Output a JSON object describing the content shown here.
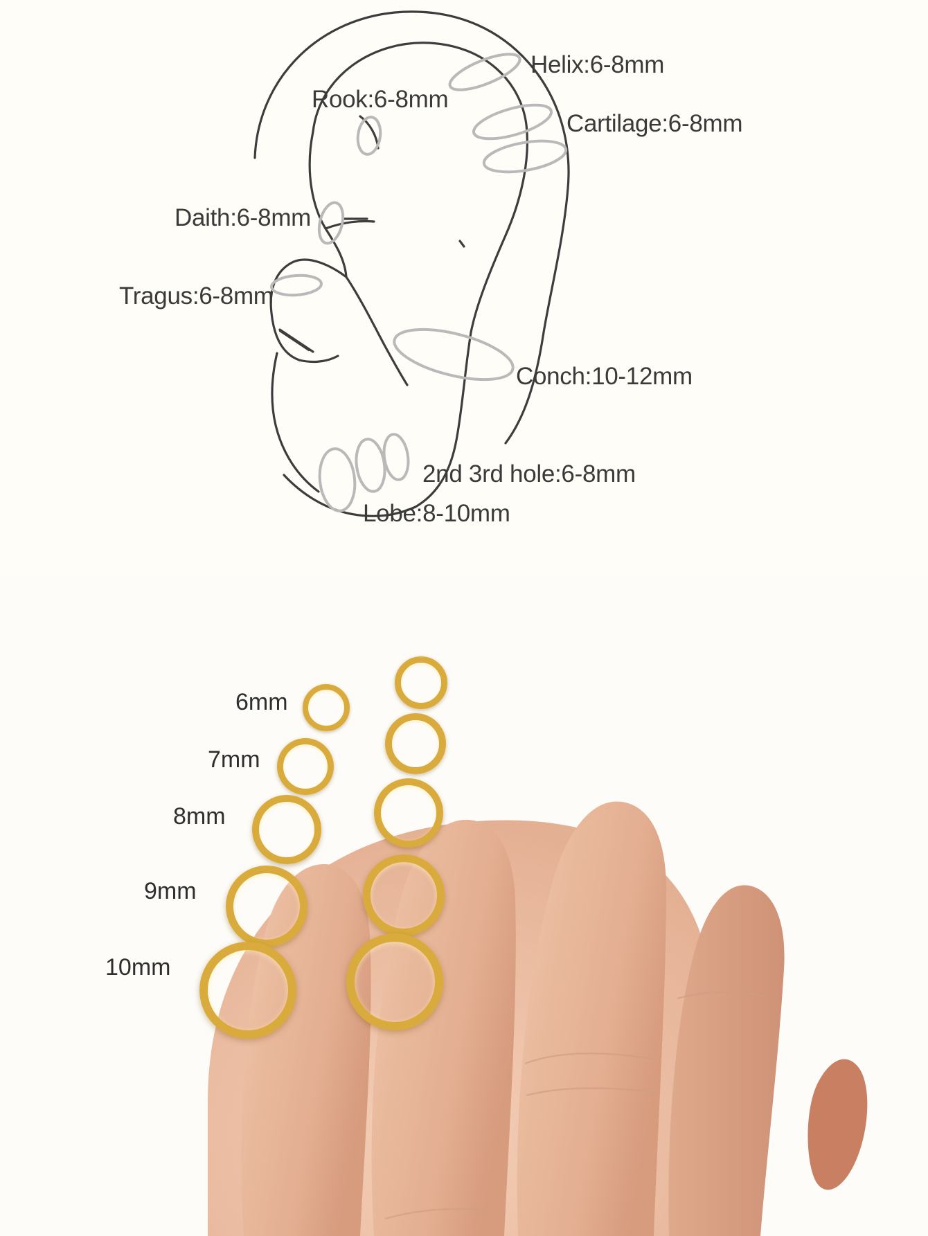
{
  "document": {
    "title": "Earring Hoop Size Guide",
    "background_color": "#fffdf7"
  },
  "ear_diagram": {
    "description": "Line drawing of an ear showing piercing placements with recommended hoop diameters",
    "line_color": "#3d3d3d",
    "labels": [
      {
        "id": "helix",
        "name": "Helix",
        "size": "6-8mm",
        "text": "Helix:6-8mm"
      },
      {
        "id": "rook",
        "name": "Rook",
        "size": "6-8mm",
        "text": "Rook:6-8mm"
      },
      {
        "id": "cartilage",
        "name": "Cartilage",
        "size": "6-8mm",
        "text": "Cartilage:6-8mm"
      },
      {
        "id": "daith",
        "name": "Daith",
        "size": "6-8mm",
        "text": "Daith:6-8mm"
      },
      {
        "id": "tragus",
        "name": "Tragus",
        "size": "6-8mm",
        "text": "Tragus:6-8mm"
      },
      {
        "id": "conch",
        "name": "Conch",
        "size": "10-12mm",
        "text": "Conch:10-12mm"
      },
      {
        "id": "hole23",
        "name": "2nd 3rd hole",
        "size": "6-8mm",
        "text": "2nd 3rd hole:6-8mm"
      },
      {
        "id": "lobe",
        "name": "Lobe",
        "size": "8-10mm",
        "text": "Lobe:8-10mm"
      }
    ]
  },
  "hand_photo": {
    "description": "Photograph of a hand palm holding ten gold hoop earrings arranged in two columns by size",
    "skin_color": "#e8b79a",
    "gold_color": "#d8a93c",
    "size_labels": [
      {
        "id": "s6",
        "text": "6mm",
        "mm": 6
      },
      {
        "id": "s7",
        "text": "7mm",
        "mm": 7
      },
      {
        "id": "s8",
        "text": "8mm",
        "mm": 8
      },
      {
        "id": "s9",
        "text": "9mm",
        "mm": 9
      },
      {
        "id": "s10",
        "text": "10mm",
        "mm": 10
      }
    ]
  }
}
